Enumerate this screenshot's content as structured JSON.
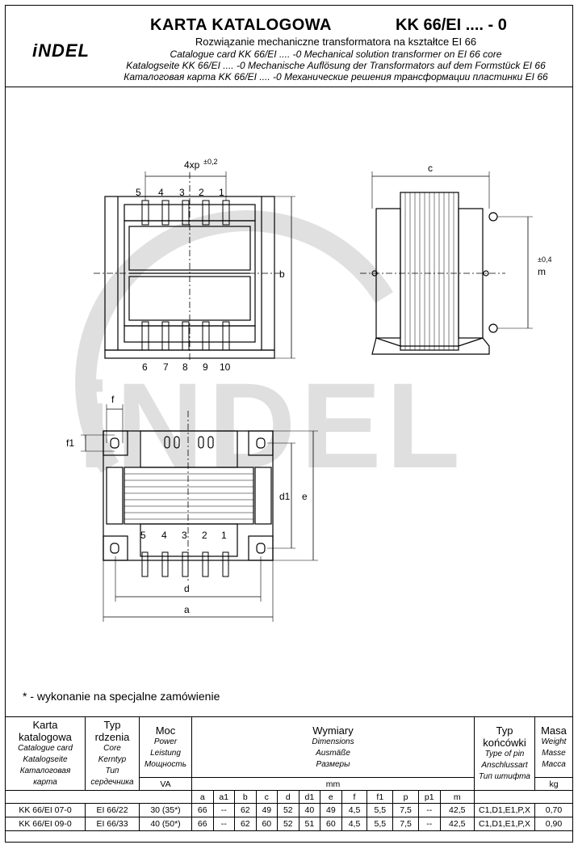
{
  "header": {
    "logo": "iNDEL",
    "title": "KARTA  KATALOGOWA",
    "code": "KK 66/EI .... - 0",
    "line_pl": "Rozwiązanie mechaniczne transformatora na kształtce EI 66",
    "line_en": "Catalogue card KK 66/EI .... -0  Mechanical solution transformer on EI 66 core",
    "line_de": "Katalogseite KK 66/EI .... -0  Mechanische Auflösung der Transformators auf dem Formstück EI 66",
    "line_ru": "Каталоговая карта KK 66/EI .... -0  Механические решения трансформации пластинки EI 66"
  },
  "drawing": {
    "watermark": "iNDEL",
    "dim_pitch": "4xp",
    "dim_pitch_tol": "±0,2",
    "dim_c": "c",
    "dim_b": "b",
    "dim_m": "m",
    "dim_m_tol": "±0,4",
    "dim_f": "f",
    "dim_f1": "f1",
    "dim_d1": "d1",
    "dim_e": "e",
    "dim_d": "d",
    "dim_a": "a",
    "pins_top": [
      "5",
      "4",
      "3",
      "2",
      "1"
    ],
    "pins_bottom": [
      "6",
      "7",
      "8",
      "9",
      "10"
    ],
    "pins_plan": [
      "5",
      "4",
      "3",
      "2",
      "1"
    ]
  },
  "note": "* - wykonanie na specjalne zamówienie",
  "table": {
    "h_card": [
      "Karta",
      "katalogowa",
      "Catalogue card",
      "Katalogseite",
      "Каталоговая",
      "карта"
    ],
    "h_core": [
      "Typ",
      "rdzenia",
      "Core",
      "Kerntyp",
      "Тип",
      "сердечника"
    ],
    "h_power": [
      "Moc",
      "Power",
      "Leistung",
      "Мощность"
    ],
    "h_dims": [
      "Wymiary",
      "Dimensions",
      "Ausmäße",
      "Размеры"
    ],
    "h_pin": [
      "Typ",
      "końcówki",
      "Type of pin",
      "Anschlussart",
      "Тип штифта"
    ],
    "h_mass": [
      "Masa",
      "Weight",
      "Masse",
      "Масса"
    ],
    "dim_cols": [
      "a",
      "a1",
      "b",
      "c",
      "d",
      "d1",
      "e",
      "f",
      "f1",
      "p",
      "p1",
      "m"
    ],
    "unit_power": "VA",
    "unit_dims": "mm",
    "unit_mass": "kg",
    "rows": [
      {
        "card": "KK 66/EI 07-0",
        "core": "EI 66/22",
        "power": "30  (35*)",
        "dims": [
          "66",
          "--",
          "62",
          "49",
          "52",
          "40",
          "49",
          "4,5",
          "5,5",
          "7,5",
          "--",
          "42,5"
        ],
        "pin": "C1,D1,E1,P,X",
        "mass": "0,70"
      },
      {
        "card": "KK 66/EI 09-0",
        "core": "EI 66/33",
        "power": "40  (50*)",
        "dims": [
          "66",
          "--",
          "62",
          "60",
          "52",
          "51",
          "60",
          "4,5",
          "5,5",
          "7,5",
          "--",
          "42,5"
        ],
        "pin": "C1,D1,E1,P,X",
        "mass": "0,90"
      }
    ]
  }
}
